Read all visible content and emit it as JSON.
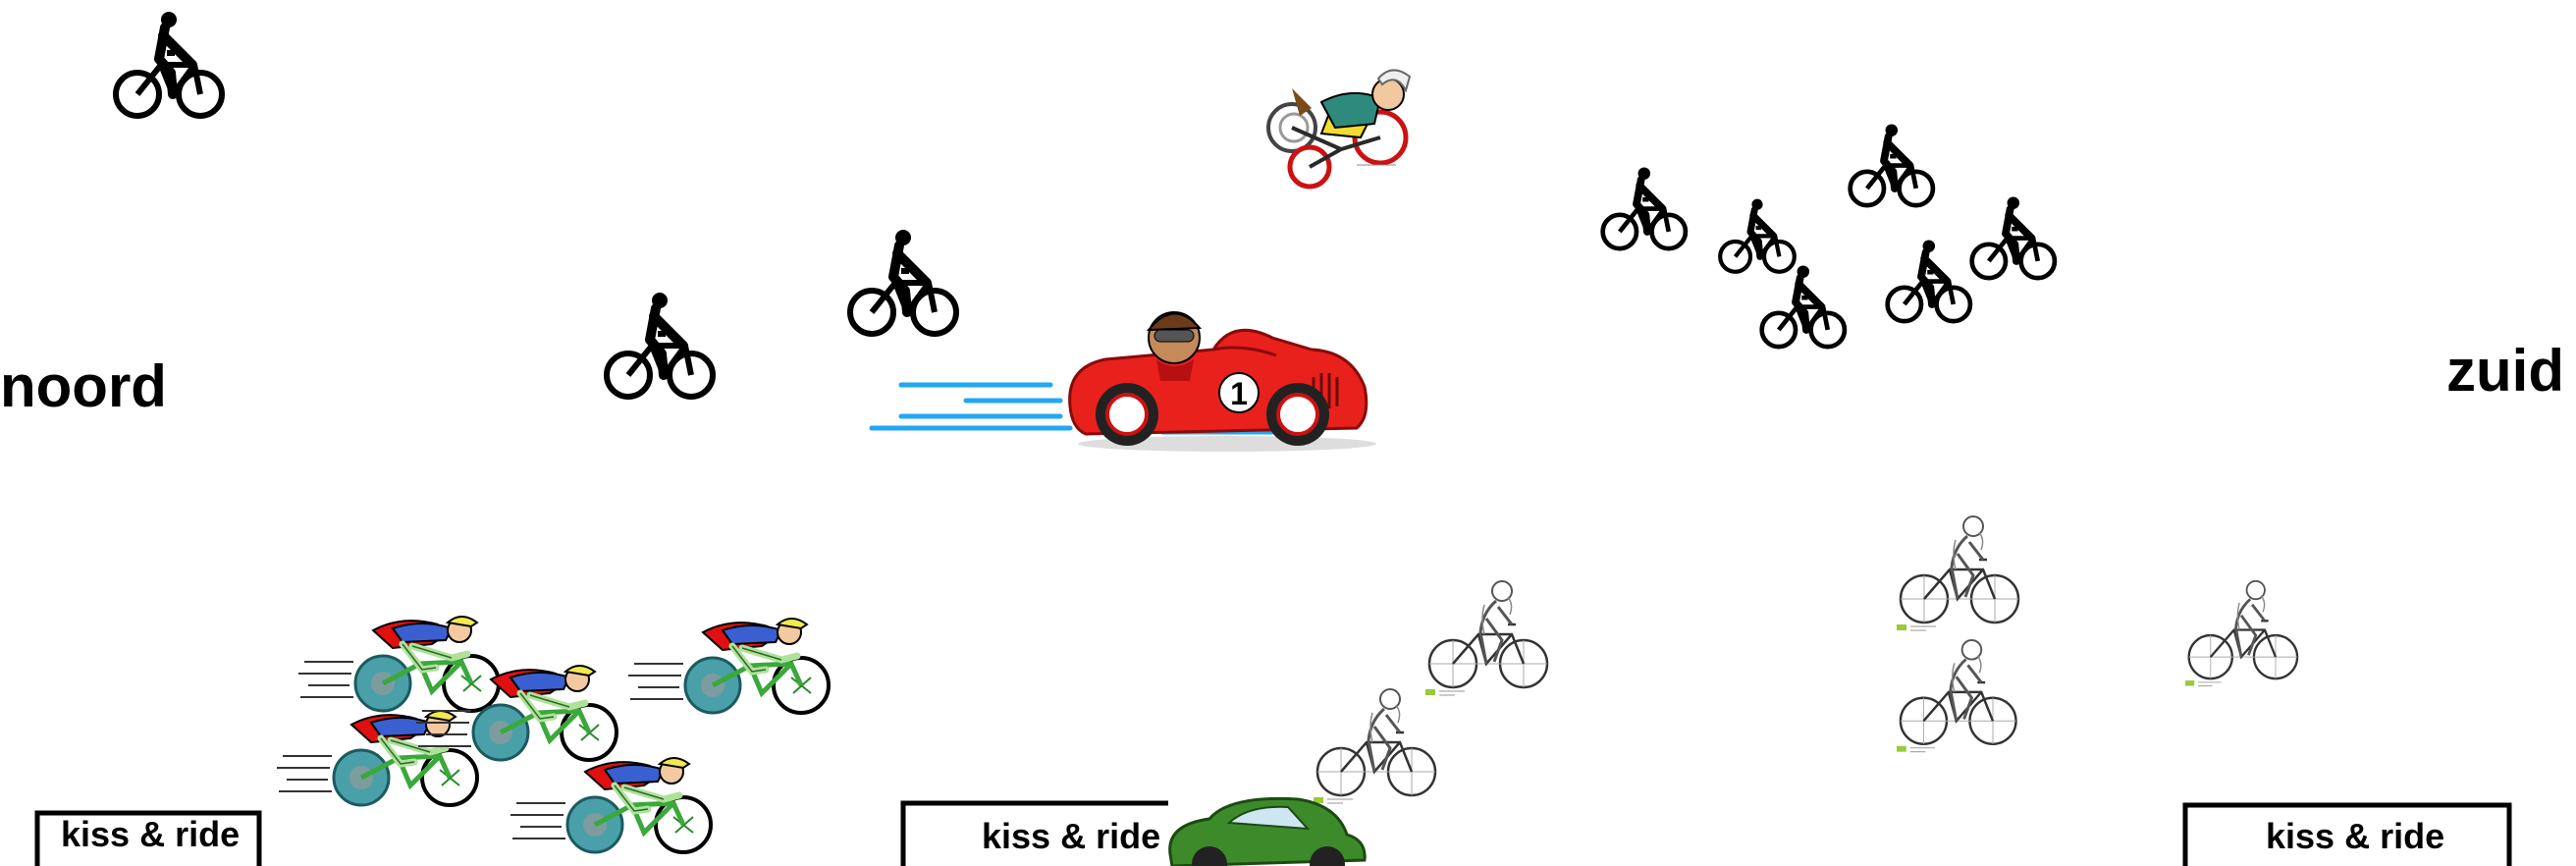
{
  "labels": {
    "north": "noord",
    "south": "zuid",
    "kiss_ride": [
      "kiss & ride",
      "kiss & ride",
      "kiss & ride"
    ]
  },
  "icons": {
    "black_cyclist": "cyclist-silhouette-icon",
    "racing_cyclist": "racing-cyclist-icon",
    "sketch_cyclist": "sketch-cyclist-icon",
    "race_car": "race-car-icon",
    "car_2cv": "vintage-car-icon",
    "recumbent": "recumbent-bike-icon"
  },
  "race_car_number": "1",
  "colors": {
    "race_car_red": "#e8211c",
    "speed_lines": "#22a7f0",
    "racer_jersey_red": "#e01010",
    "racer_jersey_blue": "#3a5fd0",
    "racer_wheel": "#4aa0a8",
    "green_car": "#3d8a2a",
    "ink": "#000000"
  }
}
